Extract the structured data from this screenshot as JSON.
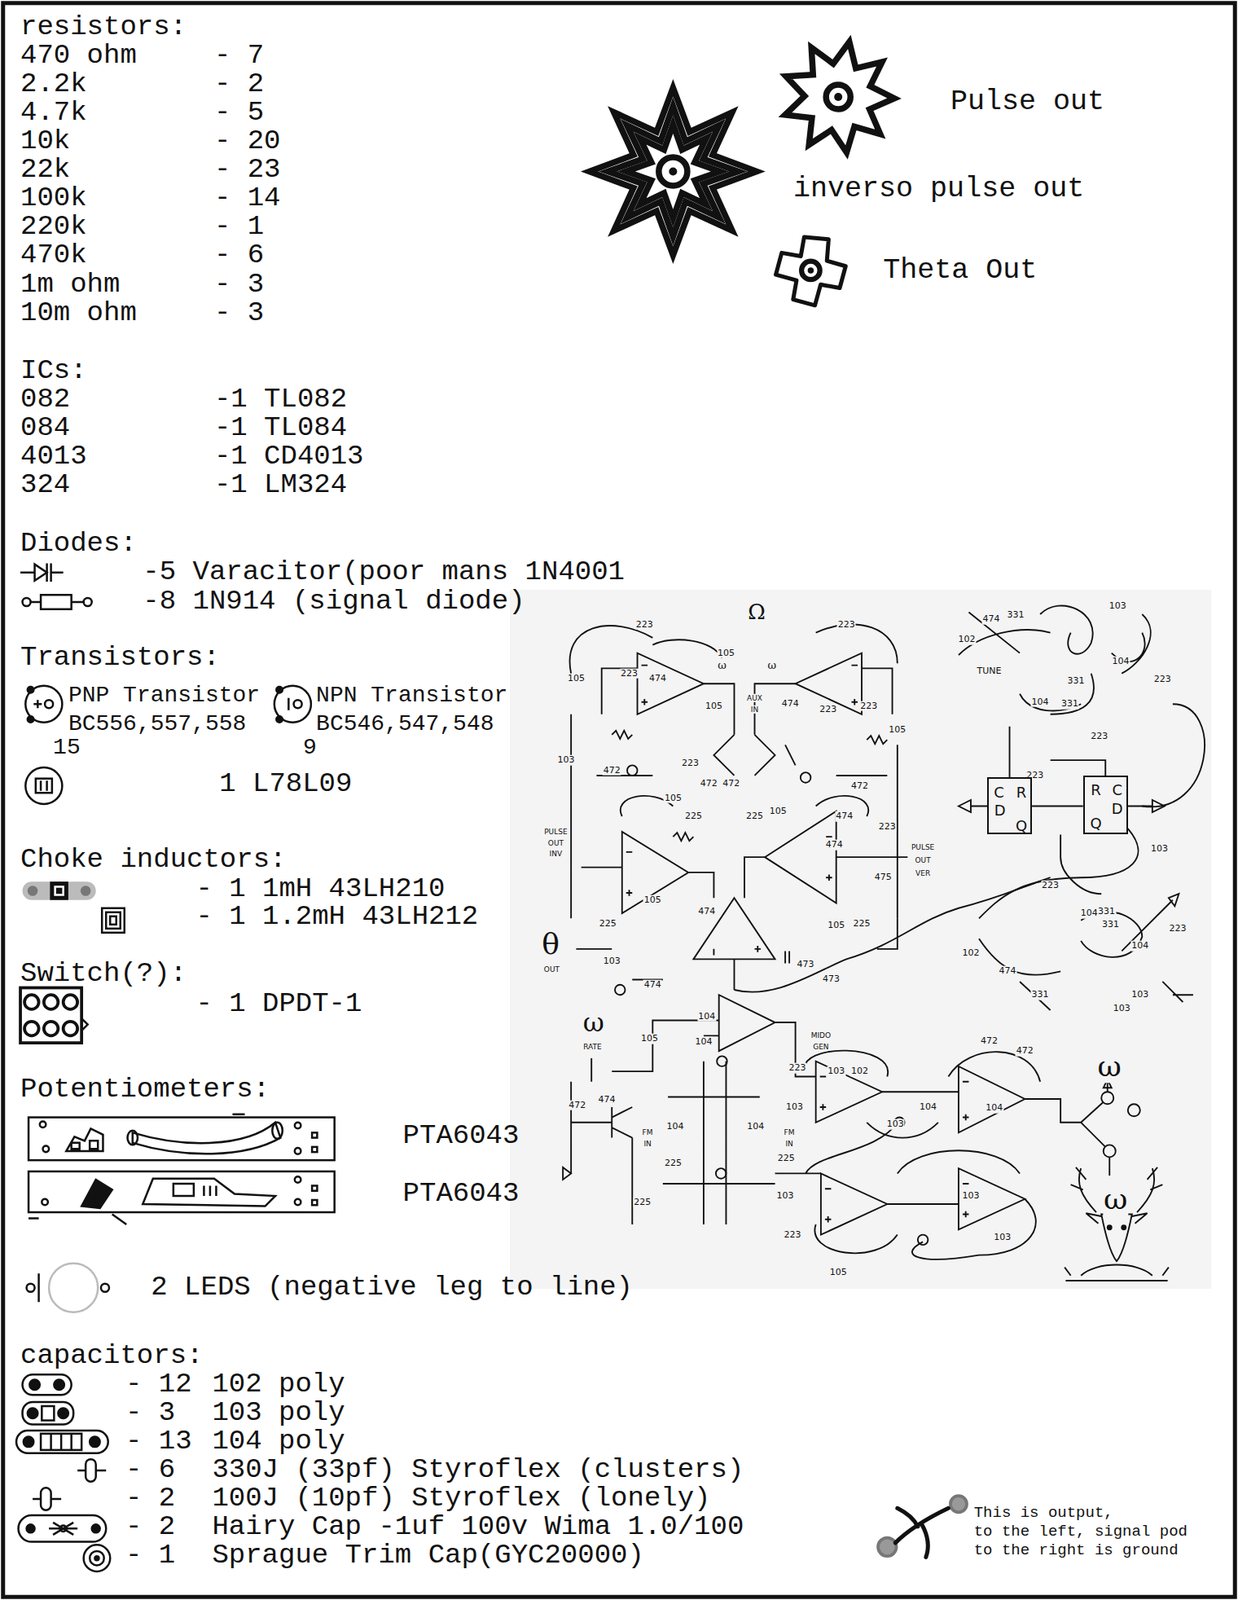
{
  "diagram": {
    "nodes": [
      {
        "text": [
          "C",
          "R",
          "D",
          "Q"
        ]
      },
      {
        "text": [
          "R",
          "C",
          "D",
          "Q"
        ]
      }
    ],
    "labels": [
      "resistors:",
      "470 ohm",
      "- 7",
      "2.2k",
      "- 2",
      "4.7k",
      "- 5",
      "10k",
      "- 20",
      "22k",
      "- 23",
      "100k",
      "- 14",
      "220k",
      "- 1",
      "470k",
      "- 6",
      "1m ohm",
      "- 3",
      "10m ohm",
      "- 3",
      "ICs:",
      "082",
      "-1 TL082",
      "084",
      "-1 TL084",
      "4013",
      "-1 CD4013",
      "324",
      "-1 LM324",
      "Diodes:",
      "-5 Varacitor(poor mans 1N4001",
      "-8 1N914 (signal diode)",
      "Transistors:",
      "PNP Transistor",
      "BC556,557,558",
      "15",
      "NPN Transistor",
      "BC546,547,548",
      "9",
      "1 L78L09",
      "Choke inductors:",
      "- 1 1mH 43LH210",
      "- 1 1.2mH 43LH212",
      "Switch(?):",
      "- 1 DPDT-1",
      "Potentiometers:",
      "PTA6043",
      "PTA6043",
      "2 LEDS (negative leg to line)",
      "capacitors:",
      "- 12",
      "102 poly",
      "- 3",
      "103 poly",
      "- 13",
      "104 poly",
      "- 6",
      "330J (33pf) Styroflex (clusters)",
      "- 2",
      "100J (10pf) Styroflex (lonely)",
      "- 2",
      "Hairy Cap -1uf 100v Wima 1.0/100",
      "- 1",
      "Sprague Trim Cap(GYC20000)",
      "Pulse out",
      "inverso pulse out",
      "Theta Out",
      "This is output,",
      "to the left, signal pod",
      "to the right is ground",
      "Ω",
      "223",
      "105",
      "223",
      "223",
      "474",
      "105",
      "ω",
      "ω",
      "AUX",
      "IN",
      "474",
      "105",
      "223",
      "223",
      "105",
      "103",
      "472",
      "223",
      "472",
      "472",
      "105",
      "105",
      "474",
      "472",
      "223",
      "PULSE",
      "OUT",
      "INV",
      "PULSE",
      "OUT",
      "VER",
      "225",
      "225",
      "474",
      "475",
      "105",
      "105",
      "225",
      "225",
      "474",
      "θ",
      "OUT",
      "103",
      "473",
      "473",
      "474",
      "474",
      "331",
      "103",
      "102",
      "TUNE",
      "104",
      "223",
      "104",
      "331",
      "331",
      "223",
      "223",
      "103",
      "223",
      "104",
      "331",
      "331",
      "223",
      "104",
      "102",
      "474",
      "331",
      "103",
      "103",
      "ω",
      "RATE",
      "104",
      "105",
      "104",
      "MIDO",
      "GEN",
      "103",
      "102",
      "223",
      "103",
      "472",
      "472",
      "104",
      "104",
      "103",
      "472",
      "474",
      "FM",
      "IN",
      "104",
      "FM",
      "IN",
      "104",
      "225",
      "225",
      "225",
      "103",
      "103",
      "223",
      "105",
      "103",
      "ω",
      "ω"
    ]
  }
}
